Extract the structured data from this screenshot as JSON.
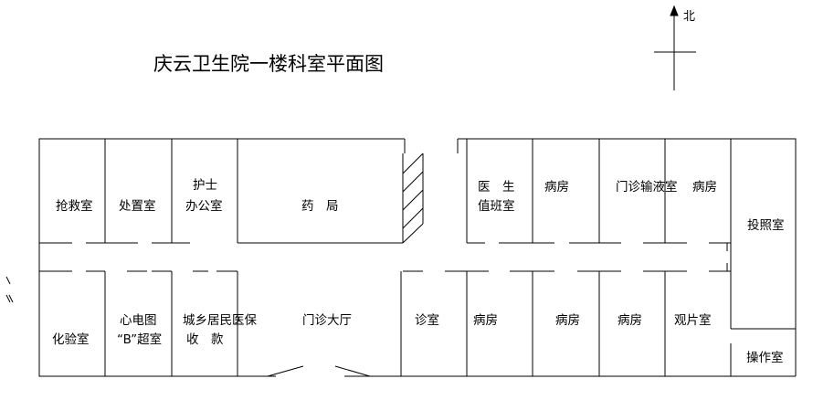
{
  "title": "庆云卫生院一楼科室平面图",
  "north_label": "北",
  "rooms": {
    "rescue": "抢救室",
    "treatment": "处置室",
    "nurse_office": [
      "护士",
      "办公室"
    ],
    "pharmacy": "药　局",
    "doctor_duty": [
      "医　生",
      "值班室"
    ],
    "ward_north_1": "病房",
    "outpatient_infusion": "门诊输液室",
    "ward_north_2": "病房",
    "radiography": "投照室",
    "lab": "化验室",
    "ecg_bultrasound": [
      "心电图",
      "“B”超室"
    ],
    "insurance_fee": [
      "城乡居民医保",
      "收　款"
    ],
    "lobby": "门诊大厅",
    "clinic": "诊室",
    "ward_south_1": "病房",
    "ward_south_2": "病房",
    "ward_south_3": "病房",
    "film_viewing": "观片室",
    "operation": "操作室"
  }
}
